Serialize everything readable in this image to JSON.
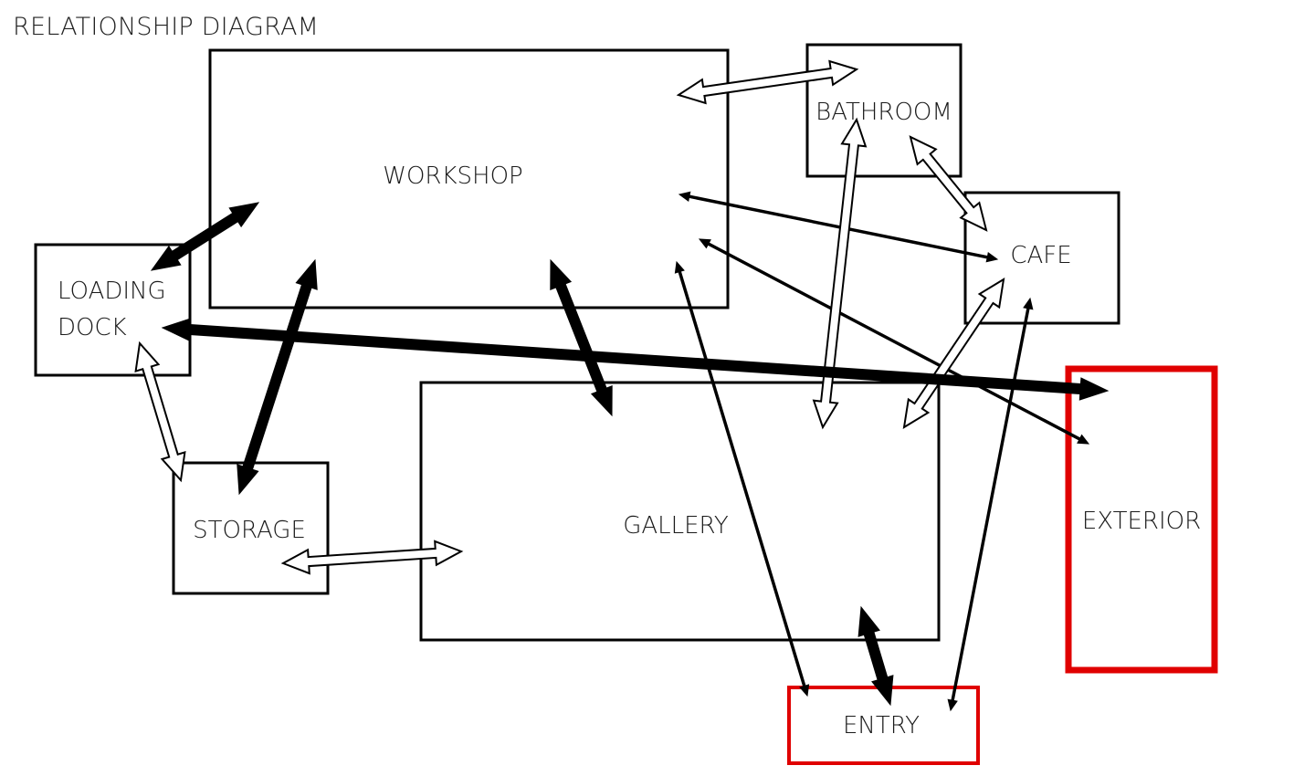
{
  "title": "RELATIONSHIP DIAGRAM",
  "colors": {
    "line": "#000000",
    "highlight": "#e00000",
    "background": "#ffffff"
  },
  "nodes": [
    {
      "id": "workshop",
      "label": [
        "WORKSHOP"
      ],
      "highlight": false
    },
    {
      "id": "bathroom",
      "label": [
        "BATHROOM"
      ],
      "highlight": false
    },
    {
      "id": "loading-dock",
      "label": [
        "LOADING",
        "DOCK"
      ],
      "highlight": false
    },
    {
      "id": "cafe",
      "label": [
        "CAFE"
      ],
      "highlight": false
    },
    {
      "id": "gallery",
      "label": [
        "GALLERY"
      ],
      "highlight": false
    },
    {
      "id": "storage",
      "label": [
        "STORAGE"
      ],
      "highlight": false
    },
    {
      "id": "exterior",
      "label": [
        "EXTERIOR"
      ],
      "highlight": true
    },
    {
      "id": "entry",
      "label": [
        "ENTRY"
      ],
      "highlight": true
    }
  ],
  "relationships": [
    {
      "from": "workshop",
      "to": "bathroom",
      "style": "hollow"
    },
    {
      "from": "workshop",
      "to": "loading-dock",
      "style": "bold"
    },
    {
      "from": "workshop",
      "to": "storage",
      "style": "bold"
    },
    {
      "from": "workshop",
      "to": "gallery",
      "style": "bold"
    },
    {
      "from": "workshop",
      "to": "cafe",
      "style": "thin"
    },
    {
      "from": "workshop",
      "to": "exterior",
      "style": "thin"
    },
    {
      "from": "workshop",
      "to": "entry",
      "style": "thin"
    },
    {
      "from": "bathroom",
      "to": "cafe",
      "style": "hollow"
    },
    {
      "from": "bathroom",
      "to": "gallery",
      "style": "hollow"
    },
    {
      "from": "cafe",
      "to": "gallery",
      "style": "hollow"
    },
    {
      "from": "cafe",
      "to": "entry",
      "style": "thin"
    },
    {
      "from": "loading-dock",
      "to": "exterior",
      "style": "bold"
    },
    {
      "from": "loading-dock",
      "to": "storage",
      "style": "hollow"
    },
    {
      "from": "storage",
      "to": "gallery",
      "style": "hollow"
    },
    {
      "from": "gallery",
      "to": "entry",
      "style": "bold"
    }
  ]
}
